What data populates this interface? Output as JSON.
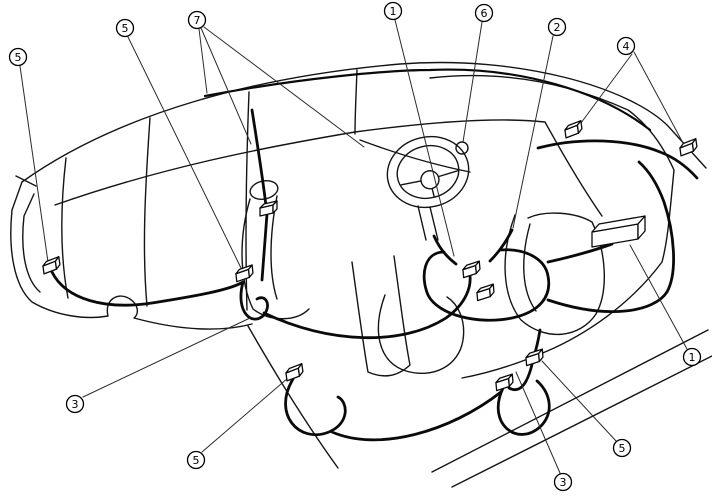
{
  "diagram": {
    "type": "vehicle-body-wiring-harness-diagram",
    "background_color": "#ffffff",
    "line_color": "#141414",
    "callouts": [
      {
        "label": "5",
        "position": "top-left"
      },
      {
        "label": "5",
        "position": "upper-left"
      },
      {
        "label": "7",
        "position": "top-left-center"
      },
      {
        "label": "1",
        "position": "top-center"
      },
      {
        "label": "6",
        "position": "top-center-right"
      },
      {
        "label": "2",
        "position": "top-right"
      },
      {
        "label": "4",
        "position": "top-far-right"
      },
      {
        "label": "1",
        "position": "mid-right"
      },
      {
        "label": "3",
        "position": "bottom-left"
      },
      {
        "label": "5",
        "position": "bottom-left-center"
      },
      {
        "label": "3",
        "position": "bottom-right-center"
      },
      {
        "label": "5",
        "position": "bottom-right"
      }
    ]
  }
}
